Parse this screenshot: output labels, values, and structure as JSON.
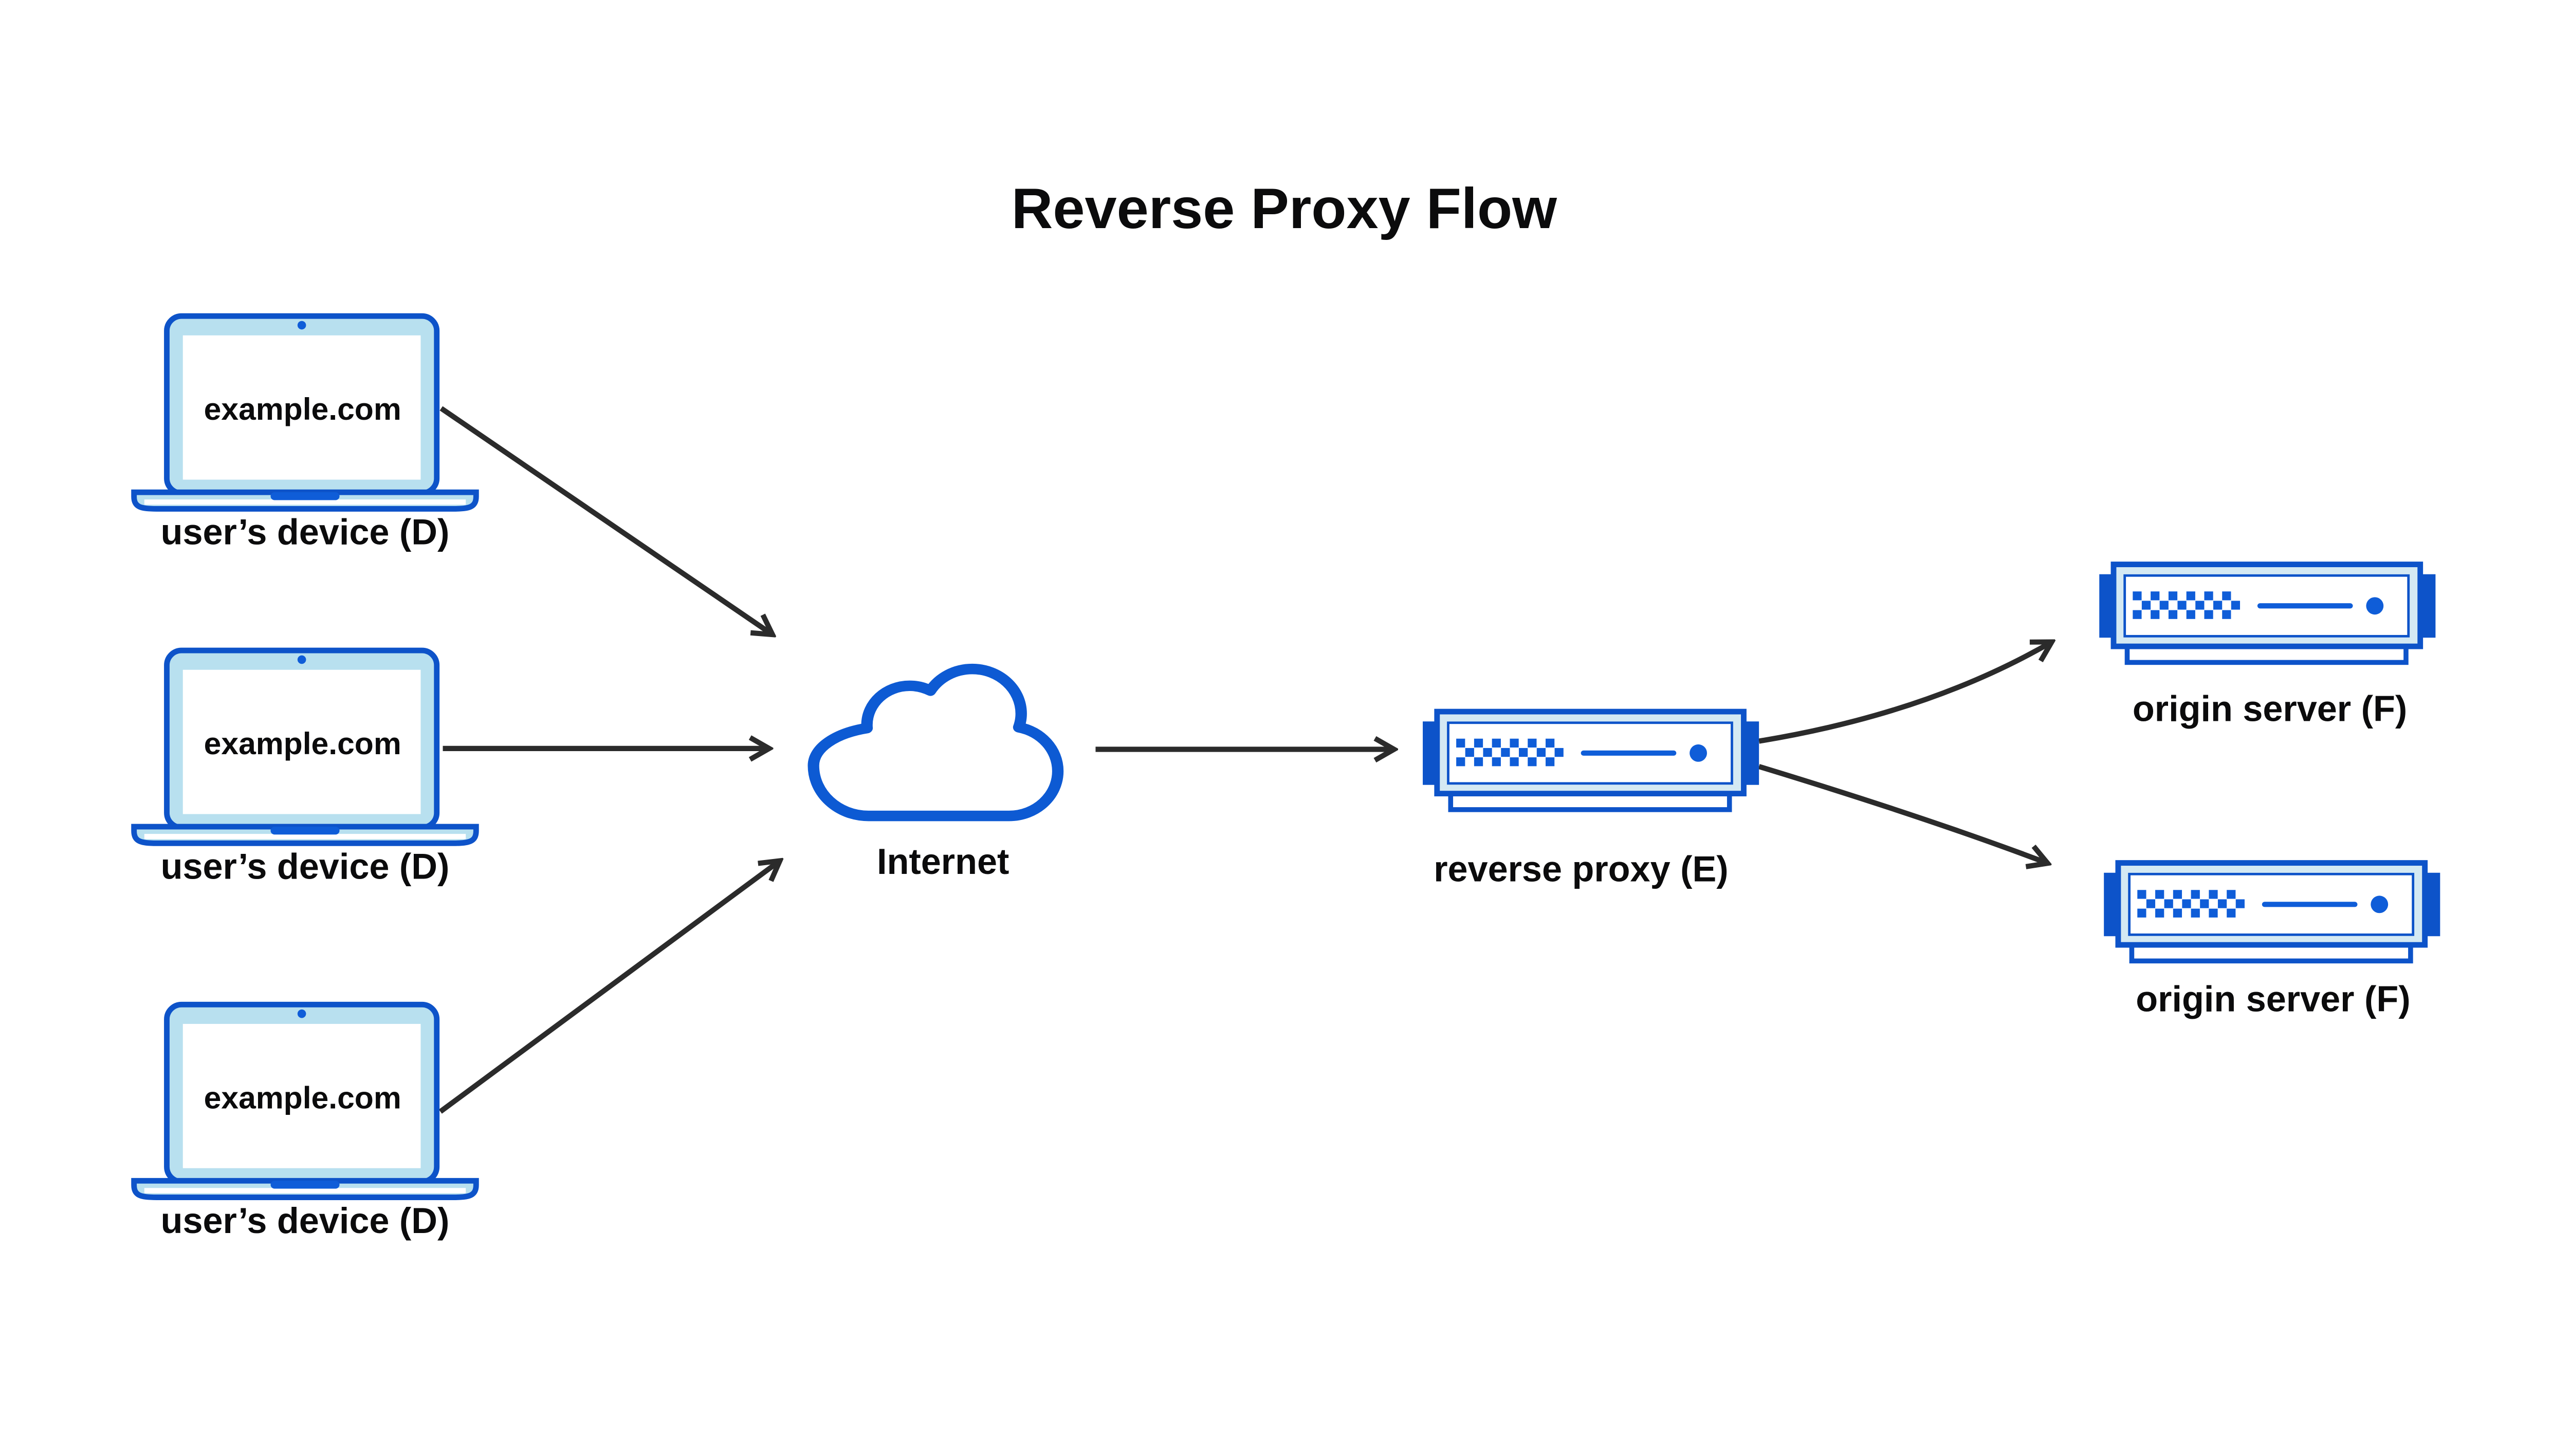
{
  "title": "Reverse Proxy Flow",
  "devices": [
    {
      "id": "D1",
      "screen_text": "example.com",
      "label": "user’s device (D)"
    },
    {
      "id": "D2",
      "screen_text": "example.com",
      "label": "user’s device (D)"
    },
    {
      "id": "D3",
      "screen_text": "example.com",
      "label": "user’s device (D)"
    }
  ],
  "internet": {
    "label": "Internet"
  },
  "reverse_proxy": {
    "label": "reverse proxy (E)"
  },
  "origins": [
    {
      "label": "origin server (F)"
    },
    {
      "label": "origin server (F)"
    }
  ],
  "edges": [
    {
      "from": "user’s device (D) #1",
      "to": "Internet"
    },
    {
      "from": "user’s device (D) #2",
      "to": "Internet"
    },
    {
      "from": "user’s device (D) #3",
      "to": "Internet"
    },
    {
      "from": "Internet",
      "to": "reverse proxy (E)"
    },
    {
      "from": "reverse proxy (E)",
      "to": "origin server (F) #1"
    },
    {
      "from": "reverse proxy (E)",
      "to": "origin server (F) #2"
    }
  ],
  "colors": {
    "outline_blue": "#0d53c9",
    "accent_blue": "#0f5dd8",
    "laptop_fill": "#b8e0ef",
    "server_fill": "#d4e9f3",
    "cloud_stroke": "#0d5ad3",
    "arrow": "#2b2b2b",
    "text": "#0b0b0c",
    "background": "#ffffff"
  }
}
